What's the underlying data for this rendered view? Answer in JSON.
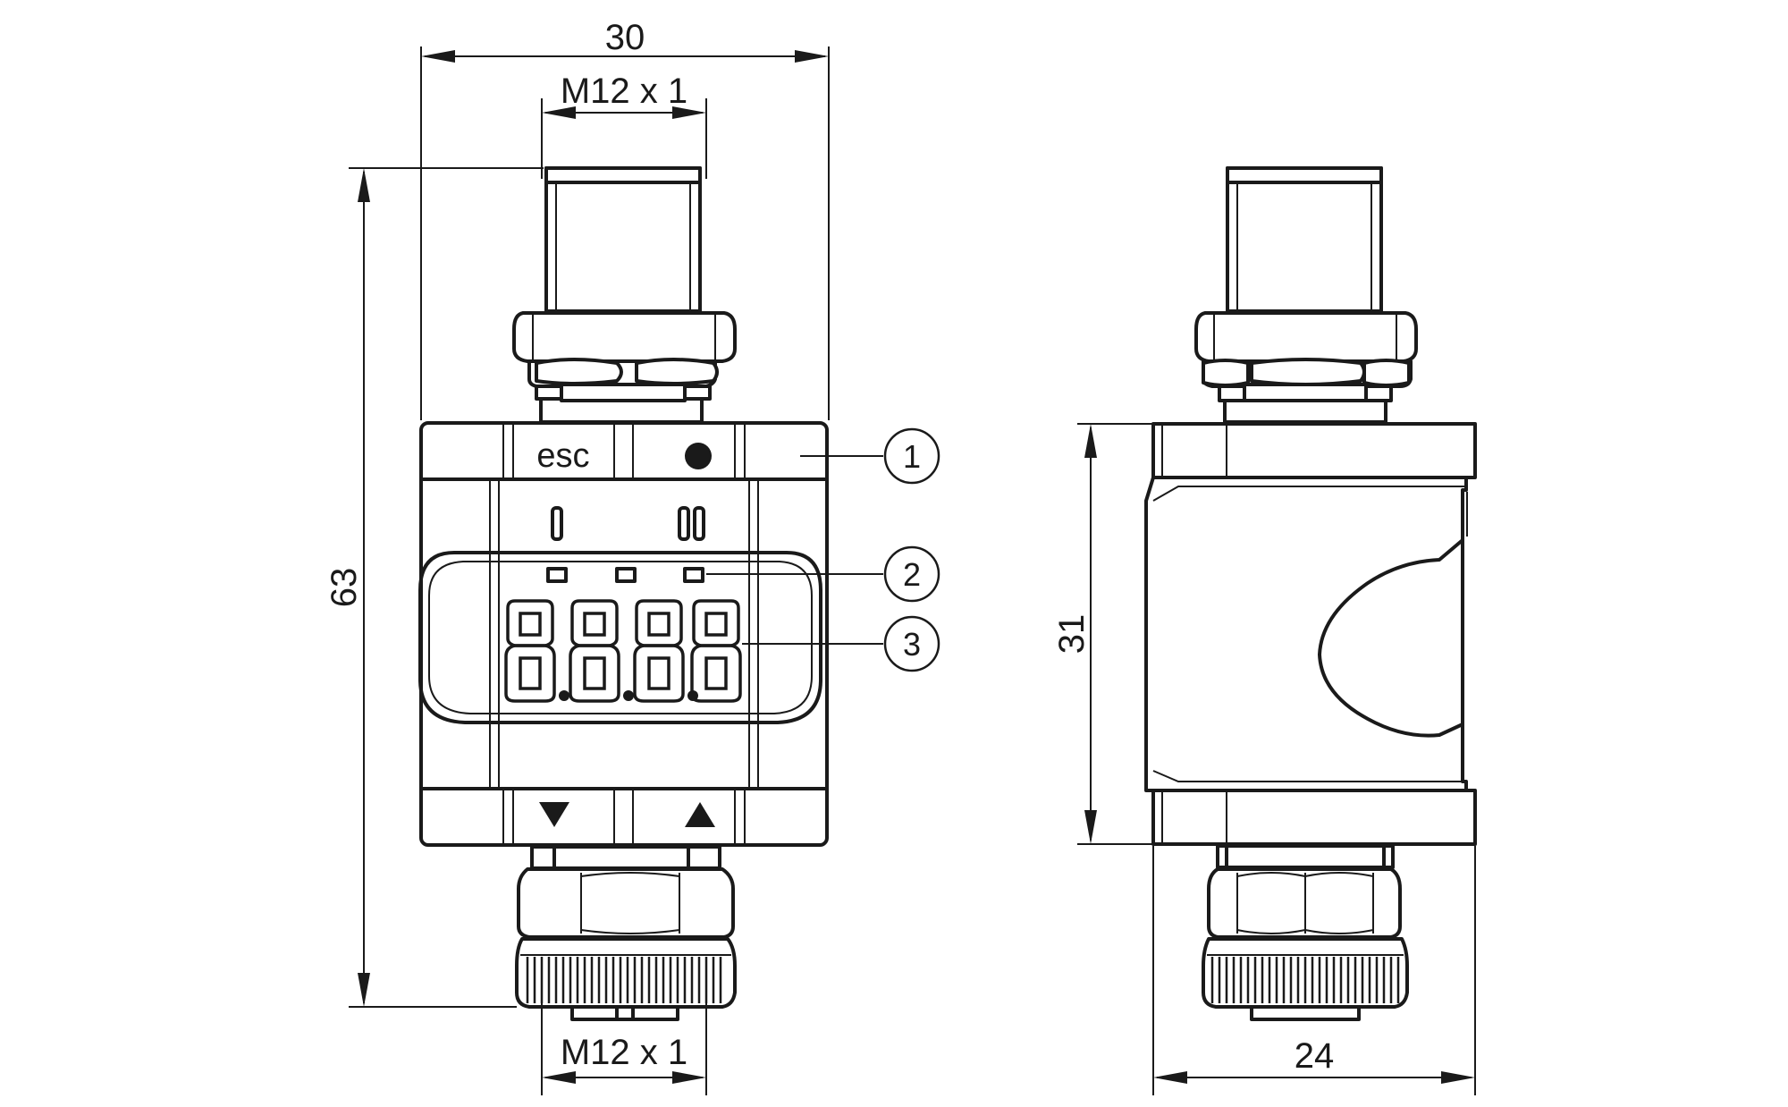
{
  "dimensions": {
    "overall_width": "30",
    "overall_height": "63",
    "thread_top": "M12 x 1",
    "thread_bottom": "M12 x 1",
    "body_height_side": "31",
    "body_width_side": "24"
  },
  "front_view": {
    "esc_label": "esc",
    "indicator_1": "I",
    "indicator_2": "II",
    "display_digits": "8.8.8.8"
  },
  "callouts": [
    {
      "number": "1"
    },
    {
      "number": "2"
    },
    {
      "number": "3"
    }
  ]
}
